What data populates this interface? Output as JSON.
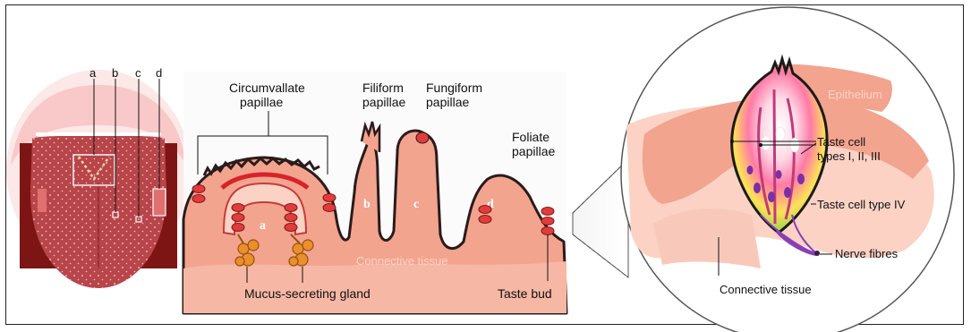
{
  "tongue": {
    "letters": [
      "a",
      "b",
      "c",
      "d"
    ]
  },
  "papillae": {
    "circumvallate": [
      "Circumvallate",
      "papillae"
    ],
    "filiform": [
      "Filiform",
      "papillae"
    ],
    "fungiform": [
      "Fungiform",
      "papillae"
    ],
    "foliate": [
      "Foliate",
      "papillae"
    ],
    "region_letters": [
      "a",
      "b",
      "c",
      "d"
    ],
    "connective_tissue": "Connective tissue",
    "mucus_gland": "Mucus-secreting gland",
    "taste_bud": "Taste bud"
  },
  "taste_bud_detail": {
    "epithelium": "Epithelium",
    "cell_types_123": [
      "Taste cell",
      "types I, II, III"
    ],
    "cell_type_4": "Taste cell type IV",
    "nerve_fibres": "Nerve fibres",
    "connective_tissue": "Connective tissue"
  },
  "colors": {
    "tissue": "#f2a48e",
    "tissue_light": "#fbd2c4",
    "tongue": "#b8454a",
    "gland": "#e8902a",
    "bud_red": "#e23b3b"
  }
}
